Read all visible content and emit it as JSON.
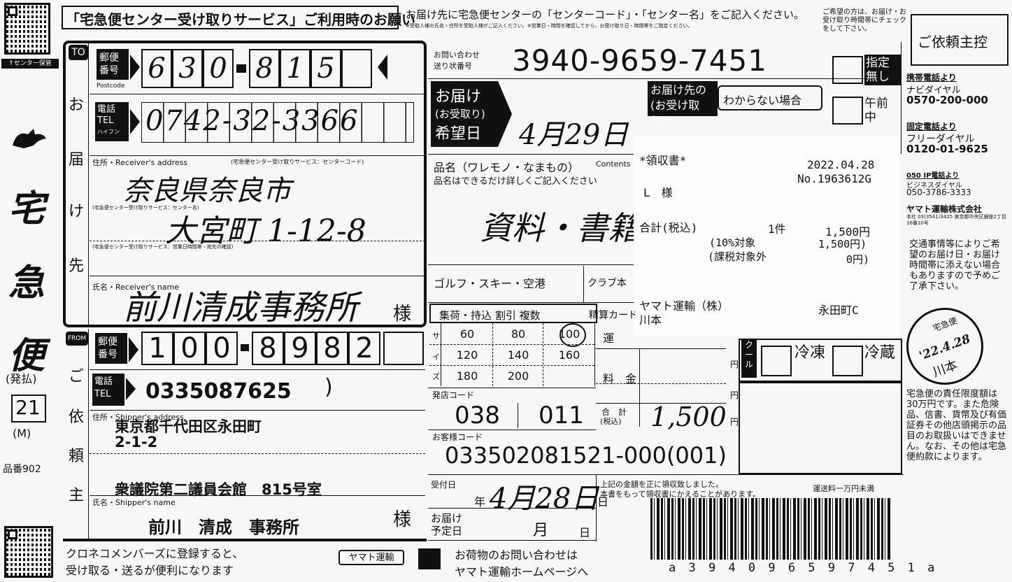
{
  "header": {
    "title": "「宅急便センター受け取りサービス」ご利用時のお願い",
    "instruction": "お届け先に宅急便センターの「センターコード」・「センター名」をご記入ください。",
    "instruction_small": "※受取人様の氏名・住所を受取人様がご記入ください。※営業日・時間を確認してから、お受け取り日・時間帯をご指定ください。",
    "right_note": "ご希望の方は、お届け・お受け取り時間帯にチェックをして下さい。",
    "client_label": "ご依頼主控"
  },
  "left_strip": {
    "center_tag": "↑センター保管",
    "brand_chars": [
      "宅",
      "急",
      "便"
    ],
    "payment": "(発払)",
    "number": "21",
    "size": "(M)",
    "product_no": "品番902"
  },
  "recipient": {
    "to_label": "TO",
    "side_chars": [
      "お",
      "届",
      "け",
      "先"
    ],
    "postcode_label": "郵便番号",
    "postcode_en": "Postcode",
    "postcode_digits": [
      "6",
      "3",
      "0",
      "8",
      "1",
      "5"
    ],
    "tel_label": "電話",
    "tel_en": "TEL",
    "tel_hyphen": "ハイフン",
    "tel_number": "0742-32-3366",
    "address_label": "住所・Receiver's address",
    "address_hint": "(宅急便センター受け取りサービス：センターコード)",
    "address_sub_hint": "(宅急便センター受け取りサービス：センター名)",
    "address_sub_hint2": "(宅急便センター受け取りサービス：営業日時間帯・宛先の確認)",
    "address_line1": "奈良県奈良市",
    "address_line2": "大宮町 1-12-8",
    "name_label": "氏名・Receiver's name",
    "name": "前川清成事務所",
    "honorific": "様"
  },
  "shipper": {
    "from_label": "FROM",
    "side_chars": [
      "ご",
      "依",
      "頼",
      "主"
    ],
    "postcode_label": "郵便番号",
    "postcode_digits": [
      "1",
      "0",
      "0",
      "8",
      "9",
      "8",
      "2"
    ],
    "tel_label": "電話",
    "tel_en": "TEL",
    "tel_number": "0335087625",
    "address_label": "住所・Shipper's address",
    "address_line1": "東京都千代田区永田町",
    "address_line2": "2-1-2",
    "address_line3": "衆議院第二議員会館　815号室",
    "name_label": "氏名・Shipper's name",
    "name": "前川　清成　事務所",
    "honorific": "様"
  },
  "tracking": {
    "label1": "お問い合わせ",
    "label2": "送り状番号",
    "number": "3940-9659-7451",
    "barcode_text": "a 3 9 4 0 9 6 5 9 7 4 5 1 a"
  },
  "delivery": {
    "label1": "お届け",
    "label2": "(お受取り)",
    "label3": "希望日",
    "handwritten_date": "4月29日",
    "unknown_label1": "お届け先の",
    "unknown_label2": "(お受け取り)",
    "unknown_label3": "わからない場合",
    "no_time_label": "指定無し",
    "morning_label": "午前中"
  },
  "contents": {
    "label": "品名（ワレモノ・なまもの）",
    "label_en": "Contents",
    "hint": "品名はできるだけ詳しくご記入ください",
    "value": "資料・書籍",
    "sports_row": "ゴルフ・スキー・空港",
    "club_label": "クラブ本"
  },
  "receipt": {
    "title": "*領収書*",
    "date": "2022.04.28",
    "number": "No.1963612G",
    "customer": "L　様",
    "total_label": "合計(税込)",
    "count": "1件",
    "total_amount": "1,500円",
    "tax10_label": "(10%対象",
    "tax10_amount": "1,500円)",
    "nontax_label": "(課税対象外",
    "nontax_amount": "0円)",
    "company": "ヤマト運輸（株）",
    "branch": "永田町C",
    "staff": "川本"
  },
  "size_table": {
    "header": [
      "集荷",
      "持込",
      "割引",
      "複数",
      "精算カード"
    ],
    "row_labels": [
      "サ",
      "イ",
      "ズ"
    ],
    "rows": [
      [
        "60",
        "80",
        "100"
      ],
      [
        "120",
        "140",
        "160"
      ],
      [
        "180",
        "200",
        ""
      ]
    ],
    "ship_label": "運",
    "store_code_label": "発店コード",
    "store_code1": "038",
    "store_code2": "011",
    "customer_code_label": "お客様コード",
    "customer_code": "033502081521-000(001)",
    "fee_label": "料　金",
    "yen": "円",
    "total_label": "合　計",
    "total_tax": "(税込)",
    "total_handwritten": "1,500"
  },
  "cool": {
    "cool_label": "クール",
    "frozen": "冷凍",
    "chilled": "冷蔵"
  },
  "acceptance": {
    "label": "受付日",
    "year": "年",
    "month": "月",
    "day": "日",
    "handwritten": "4月28日",
    "due_label1": "お届け",
    "due_label2": "予定日",
    "due_month": "月",
    "due_day": "日"
  },
  "notes": {
    "receipt_note1": "上記の金額を正に領収致しました。",
    "receipt_note2": "本書をもって領収書にかえることがあります。",
    "receipt_note3": "運送料一万円未満",
    "kuroneko1": "クロネコメンバーズに登録すると、",
    "kuroneko2": "受け取る・送るが便利になります",
    "yamato_tag": "ヤマト運輸",
    "inquiry1": "お荷物のお問い合わせは",
    "inquiry2": "ヤマト運輸ホームページへ"
  },
  "right_panel": {
    "mobile_label": "携帯電話より",
    "mobile_service": "ナビダイヤル",
    "mobile_number": "0570-200-000",
    "fixed_label": "固定電話より",
    "fixed_service": "フリーダイヤル",
    "fixed_number": "0120-01-9625",
    "ip_label": "050 IP電話より",
    "ip_service": "ビジネスダイヤル",
    "ip_number": "050-3786-3333",
    "company": "ヤマト運輸株式会社",
    "address_small": "本社 03(3541)3425 東京都中央区銀座2丁目16番10号",
    "traffic_note": "交通事情等によりご希望のお届け日・お届け時間帯に添えない場合もありますので予めご了承下さい。",
    "stamp_top": "宅急便",
    "stamp_date": "'22.4.28",
    "stamp_name": "川本",
    "liability_note": "宅急便の責任限度額は30万円です。また危険品、信書、貨幣及び有価証券その他店頭掲示の品目のお取扱いはできません。なお、その他は宅急便約款によります。"
  }
}
